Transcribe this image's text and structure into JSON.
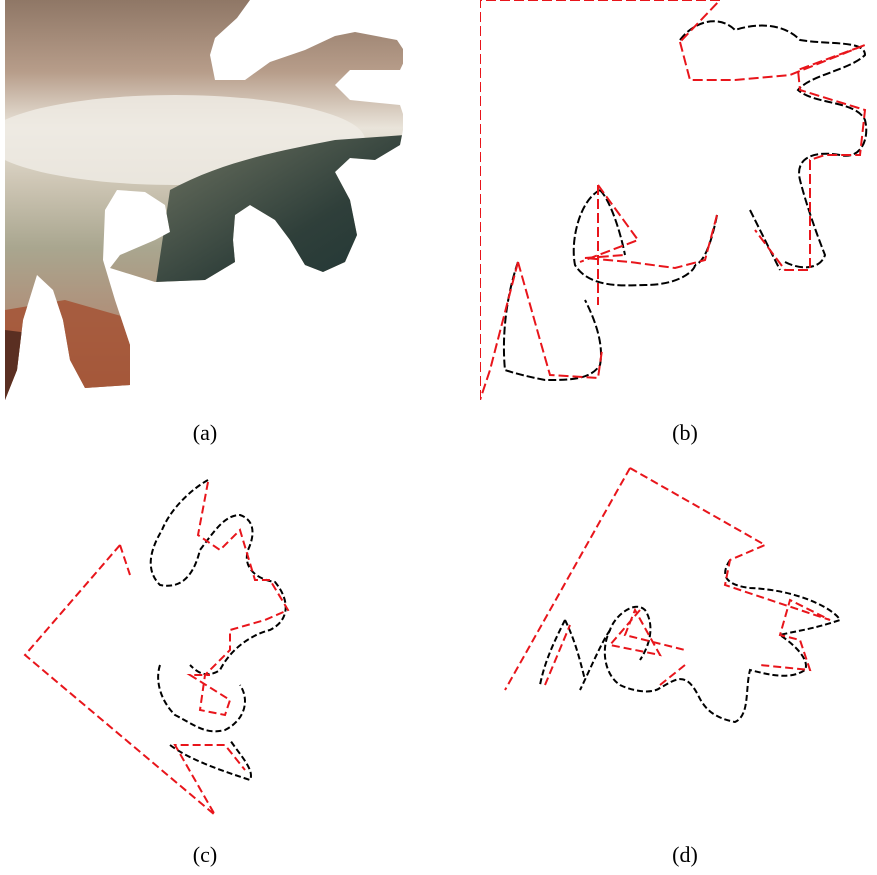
{
  "figure": {
    "panels": [
      {
        "id": "a",
        "caption": "(a)",
        "content": "photo-puzzle-piece"
      },
      {
        "id": "b",
        "caption": "(b)",
        "content": "contour-with-polygon-fit"
      },
      {
        "id": "c",
        "caption": "(c)",
        "content": "rotated-contour-with-polygon-fit"
      },
      {
        "id": "d",
        "caption": "(d)",
        "content": "rotated-contour-with-polygon-fit"
      }
    ]
  },
  "colors": {
    "contour": "#000000",
    "polygon": "#e8151b",
    "sky_top": "#9a7f6c",
    "cloud": "#e6e1d8",
    "dark_land": "#34443f",
    "ground": "#a8593a"
  }
}
